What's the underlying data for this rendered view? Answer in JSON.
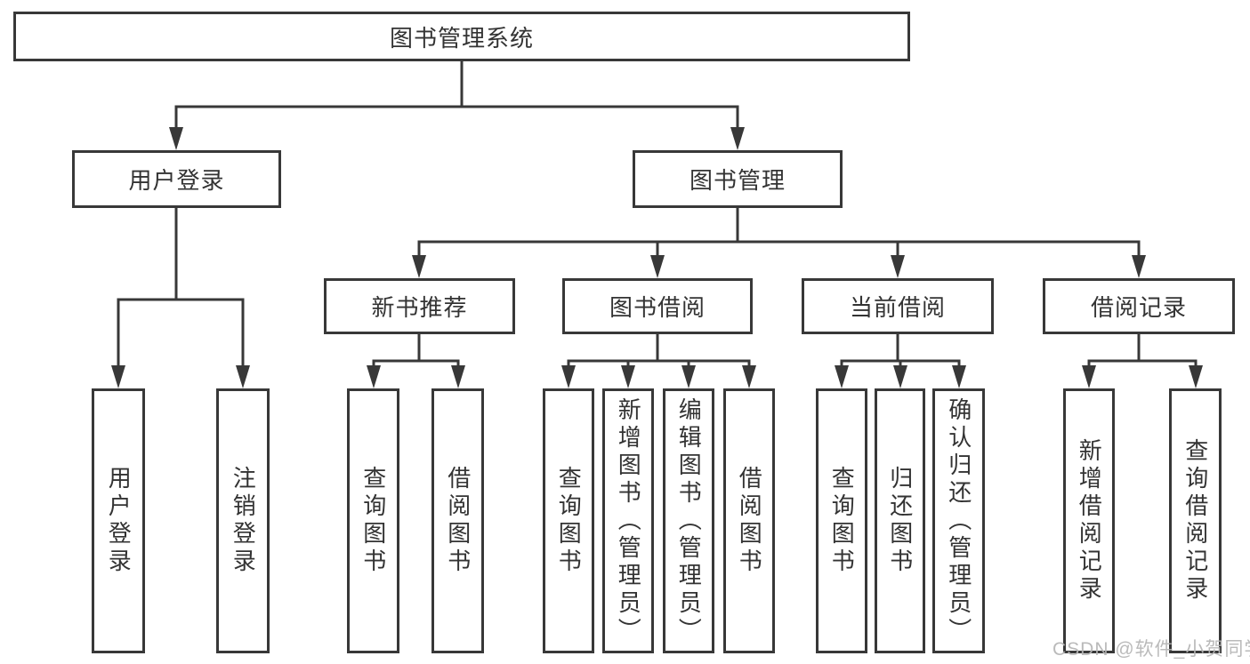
{
  "tree": {
    "root": {
      "label": "图书管理系统",
      "children": [
        {
          "label": "用户登录",
          "children": [
            {
              "label": "用户登录"
            },
            {
              "label": "注销登录"
            }
          ]
        },
        {
          "label": "图书管理",
          "children": [
            {
              "label": "新书推荐",
              "children": [
                {
                  "label": "查询图书"
                },
                {
                  "label": "借阅图书"
                }
              ]
            },
            {
              "label": "图书借阅",
              "children": [
                {
                  "label": "查询图书"
                },
                {
                  "label": "新增图书（管理员）"
                },
                {
                  "label": "编辑图书（管理员）"
                },
                {
                  "label": "借阅图书"
                }
              ]
            },
            {
              "label": "当前借阅",
              "children": [
                {
                  "label": "查询图书"
                },
                {
                  "label": "归还图书"
                },
                {
                  "label": "确认归还（管理员）"
                }
              ]
            },
            {
              "label": "借阅记录",
              "children": [
                {
                  "label": "新增借阅记录"
                },
                {
                  "label": "查询借阅记录"
                }
              ]
            }
          ]
        }
      ]
    }
  },
  "watermark": {
    "text": "CSDN @软件_小贺同学"
  },
  "colors": {
    "line": "#383838",
    "text": "#333333",
    "watermark": "#b5b5b5",
    "background": "#ffffff"
  }
}
